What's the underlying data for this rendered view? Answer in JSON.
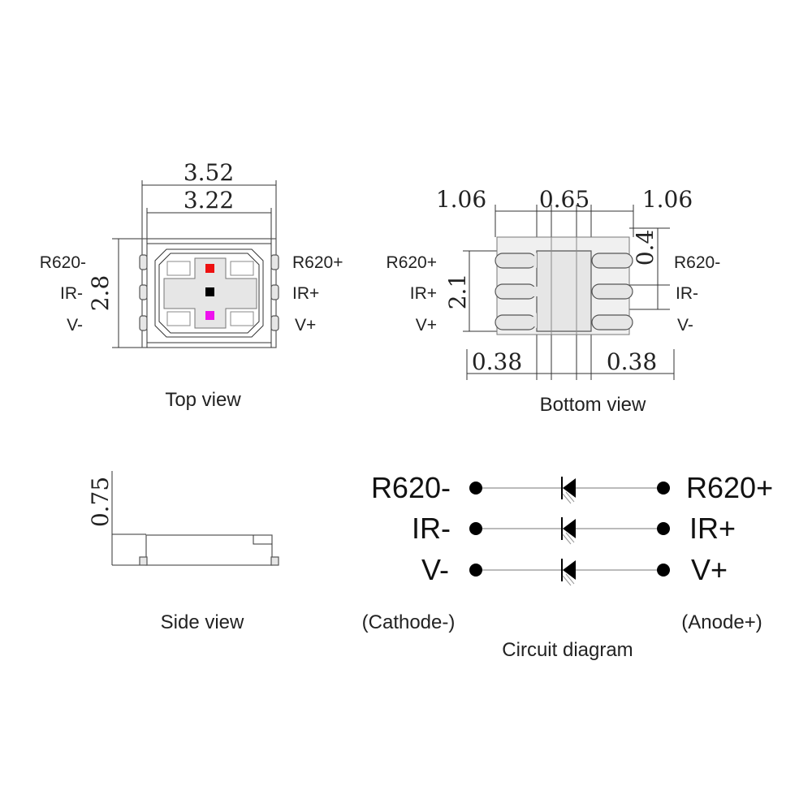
{
  "top_view": {
    "caption": "Top view",
    "dim_outer_width": "3.52",
    "dim_inner_width": "3.22",
    "dim_height": "2.8",
    "left_labels": [
      "R620-",
      "IR-",
      "V-"
    ],
    "right_labels": [
      "R620+",
      "IR+",
      "V+"
    ],
    "chip_colors": [
      "#ee1111",
      "#000000",
      "#ee11ee"
    ]
  },
  "bottom_view": {
    "caption": "Bottom view",
    "dim_left_width": "1.06",
    "dim_center_width": "0.65",
    "dim_right_width": "1.06",
    "dim_pad_pitch": "0.4",
    "dim_height": "2.1",
    "dim_left_gap": "0.38",
    "dim_right_gap": "0.38",
    "left_labels": [
      "R620+",
      "IR+",
      "V+"
    ],
    "right_labels": [
      "R620-",
      "IR-",
      "V-"
    ]
  },
  "side_view": {
    "caption": "Side view",
    "dim_height": "0.75"
  },
  "circuit": {
    "caption": "Circuit diagram",
    "left_labels": [
      "R620-",
      "IR-",
      "V-"
    ],
    "right_labels": [
      "R620+",
      "IR+",
      "V+"
    ],
    "cathode_note": "(Cathode-)",
    "anode_note": "(Anode+)"
  }
}
